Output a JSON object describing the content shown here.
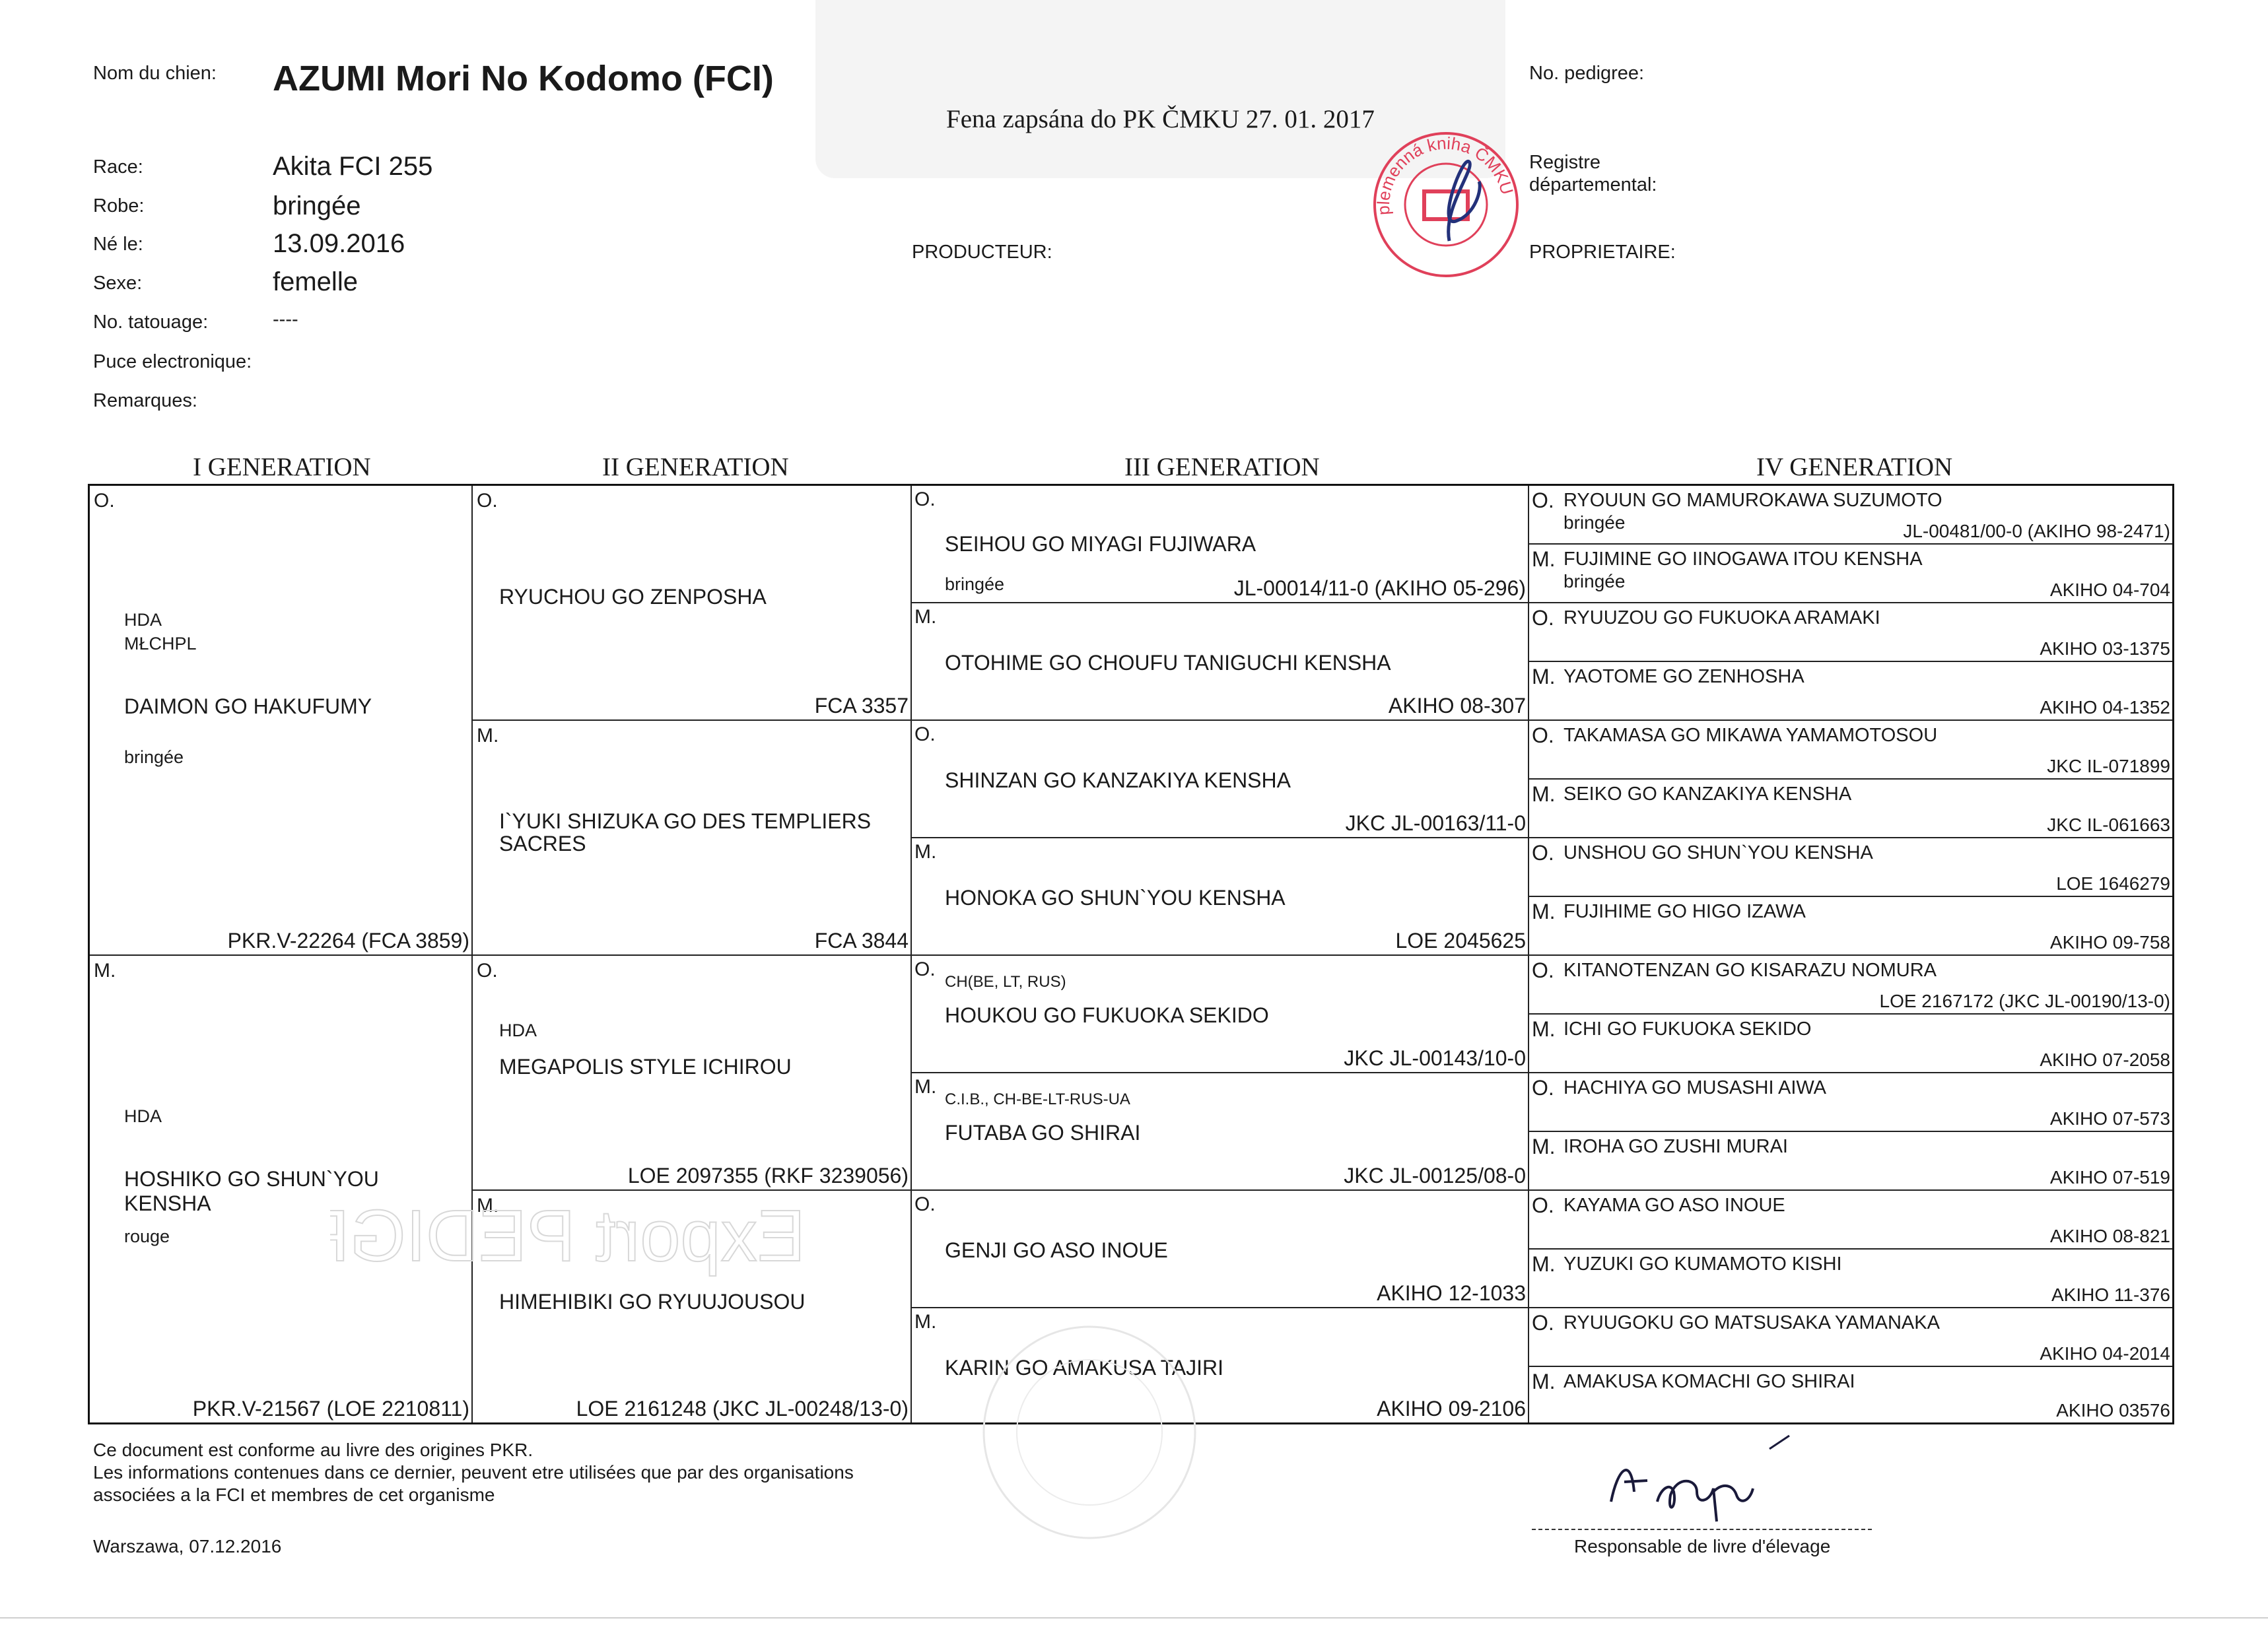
{
  "header": {
    "dog_name_label": "Nom du chien:",
    "dog_name": "AZUMI Mori No Kodomo (FCI)",
    "race_label": "Race:",
    "race": "Akita FCI 255",
    "robe_label": "Robe:",
    "robe": "bringée",
    "born_label": "Né le:",
    "born": "13.09.2016",
    "sex_label": "Sexe:",
    "sex": "femelle",
    "tattoo_label": "No. tatouage:",
    "tattoo": "----",
    "chip_label": "Puce electronique:",
    "remarks_label": "Remarques:",
    "pedigree_no_label": "No. pedigree:",
    "registry_label_1": "Registre",
    "registry_label_2": "départemental:",
    "producer_label": "PRODUCTEUR:",
    "owner_label": "PROPRIETAIRE:",
    "registration_note": "Fena zapsána do PK ČMKU 27. 01. 2017"
  },
  "stamp_text": "plemenná kniha ČMKU",
  "generations": {
    "g1": "I  GENERATION",
    "g2": "II GENERATION",
    "g3": "III GENERATION",
    "g4": "IV GENERATION"
  },
  "gen1": [
    {
      "abbr": "O.",
      "title1": "HDA",
      "title2": "MŁCHPL",
      "name": "DAIMON GO HAKUFUMY",
      "color": "bringée",
      "reg": "PKR.V-22264 (FCA 3859)"
    },
    {
      "abbr": "M.",
      "title1": "HDA",
      "name": "HOSHIKO GO SHUN`YOU KENSHA",
      "color": "rouge",
      "reg": "PKR.V-21567 (LOE 2210811)"
    }
  ],
  "gen2": [
    {
      "abbr": "O.",
      "name": "RYUCHOU GO ZENPOSHA",
      "reg": "FCA 3357"
    },
    {
      "abbr": "M.",
      "name": "I`YUKI SHIZUKA GO DES TEMPLIERS",
      "name2": "SACRES",
      "reg": "FCA 3844"
    },
    {
      "abbr": "O.",
      "title": "HDA",
      "name": "MEGAPOLIS STYLE ICHIROU",
      "reg": "LOE 2097355 (RKF 3239056)"
    },
    {
      "abbr": "M.",
      "name": "HIMEHIBIKI GO RYUUJOUSOU",
      "reg": "LOE 2161248 (JKC JL-00248/13-0)"
    }
  ],
  "gen3": [
    {
      "abbr": "O.",
      "name": "SEIHOU GO MIYAGI FUJIWARA",
      "color": "bringée",
      "reg": "JL-00014/11-0 (AKIHO 05-296)"
    },
    {
      "abbr": "M.",
      "name": "OTOHIME GO CHOUFU TANIGUCHI KENSHA",
      "reg": "AKIHO 08-307"
    },
    {
      "abbr": "O.",
      "name": "SHINZAN GO KANZAKIYA KENSHA",
      "reg": "JKC JL-00163/11-0"
    },
    {
      "abbr": "M.",
      "name": "HONOKA GO SHUN`YOU KENSHA",
      "reg": "LOE 2045625"
    },
    {
      "abbr": "O.",
      "title": "CH(BE, LT, RUS)",
      "name": "HOUKOU GO FUKUOKA SEKIDO",
      "reg": "JKC JL-00143/10-0"
    },
    {
      "abbr": "M.",
      "title": "C.I.B., CH-BE-LT-RUS-UA",
      "name": "FUTABA GO SHIRAI",
      "reg": "JKC JL-00125/08-0"
    },
    {
      "abbr": "O.",
      "name": "GENJI GO ASO INOUE",
      "reg": "AKIHO 12-1033"
    },
    {
      "abbr": "M.",
      "name": "KARIN GO AMAKUSA TAJIRI",
      "reg": "AKIHO 09-2106"
    }
  ],
  "gen4": [
    {
      "abbr": "O.",
      "name": "RYOUUN GO MAMUROKAWA SUZUMOTO",
      "color": "bringée",
      "reg": "JL-00481/00-0 (AKIHO 98-2471)"
    },
    {
      "abbr": "M.",
      "name": "FUJIMINE GO IINOGAWA ITOU KENSHA",
      "color": "bringée",
      "reg": "AKIHO 04-704"
    },
    {
      "abbr": "O.",
      "name": "RYUUZOU GO FUKUOKA ARAMAKI",
      "reg": "AKIHO 03-1375"
    },
    {
      "abbr": "M.",
      "name": "YAOTOME GO ZENHOSHA",
      "reg": "AKIHO 04-1352"
    },
    {
      "abbr": "O.",
      "name": "TAKAMASA GO MIKAWA YAMAMOTOSOU",
      "reg": "JKC IL-071899"
    },
    {
      "abbr": "M.",
      "name": "SEIKO GO KANZAKIYA KENSHA",
      "reg": "JKC IL-061663"
    },
    {
      "abbr": "O.",
      "name": "UNSHOU GO SHUN`YOU KENSHA",
      "reg": "LOE 1646279"
    },
    {
      "abbr": "M.",
      "name": "FUJIHIME GO HIGO IZAWA",
      "reg": "AKIHO 09-758"
    },
    {
      "abbr": "O.",
      "name": "KITANOTENZAN GO KISARAZU NOMURA",
      "reg": "LOE 2167172 (JKC JL-00190/13-0)"
    },
    {
      "abbr": "M.",
      "name": "ICHI GO FUKUOKA SEKIDO",
      "reg": "AKIHO 07-2058"
    },
    {
      "abbr": "O.",
      "name": "HACHIYA GO MUSASHI AIWA",
      "reg": "AKIHO 07-573"
    },
    {
      "abbr": "M.",
      "name": "IROHA GO ZUSHI MURAI",
      "reg": "AKIHO 07-519"
    },
    {
      "abbr": "O.",
      "name": "KAYAMA GO ASO INOUE",
      "reg": "AKIHO 08-821"
    },
    {
      "abbr": "M.",
      "name": "YUZUKI GO KUMAMOTO KISHI",
      "reg": "AKIHO 11-376"
    },
    {
      "abbr": "O.",
      "name": "RYUUGOKU GO MATSUSAKA YAMANAKA",
      "reg": "AKIHO 04-2014"
    },
    {
      "abbr": "M.",
      "name": "AMAKUSA KOMACHI GO SHIRAI",
      "reg": "AKIHO 03576"
    }
  ],
  "footer": {
    "line1": "Ce document est conforme au livre des origines PKR.",
    "line2": "Les informations contenues dans ce dernier, peuvent etre utilisées que par des organisations",
    "line3": "associées a la FCI et membres de cet organisme",
    "place_date": "Warszawa,  07.12.2016",
    "signature_caption": "Responsable de livre d'élevage"
  },
  "watermark_text": "Export PEDIGREE",
  "colors": {
    "stamp": "#e0405a",
    "signature": "#1a1a3a",
    "ink": "#1a1a1a"
  }
}
